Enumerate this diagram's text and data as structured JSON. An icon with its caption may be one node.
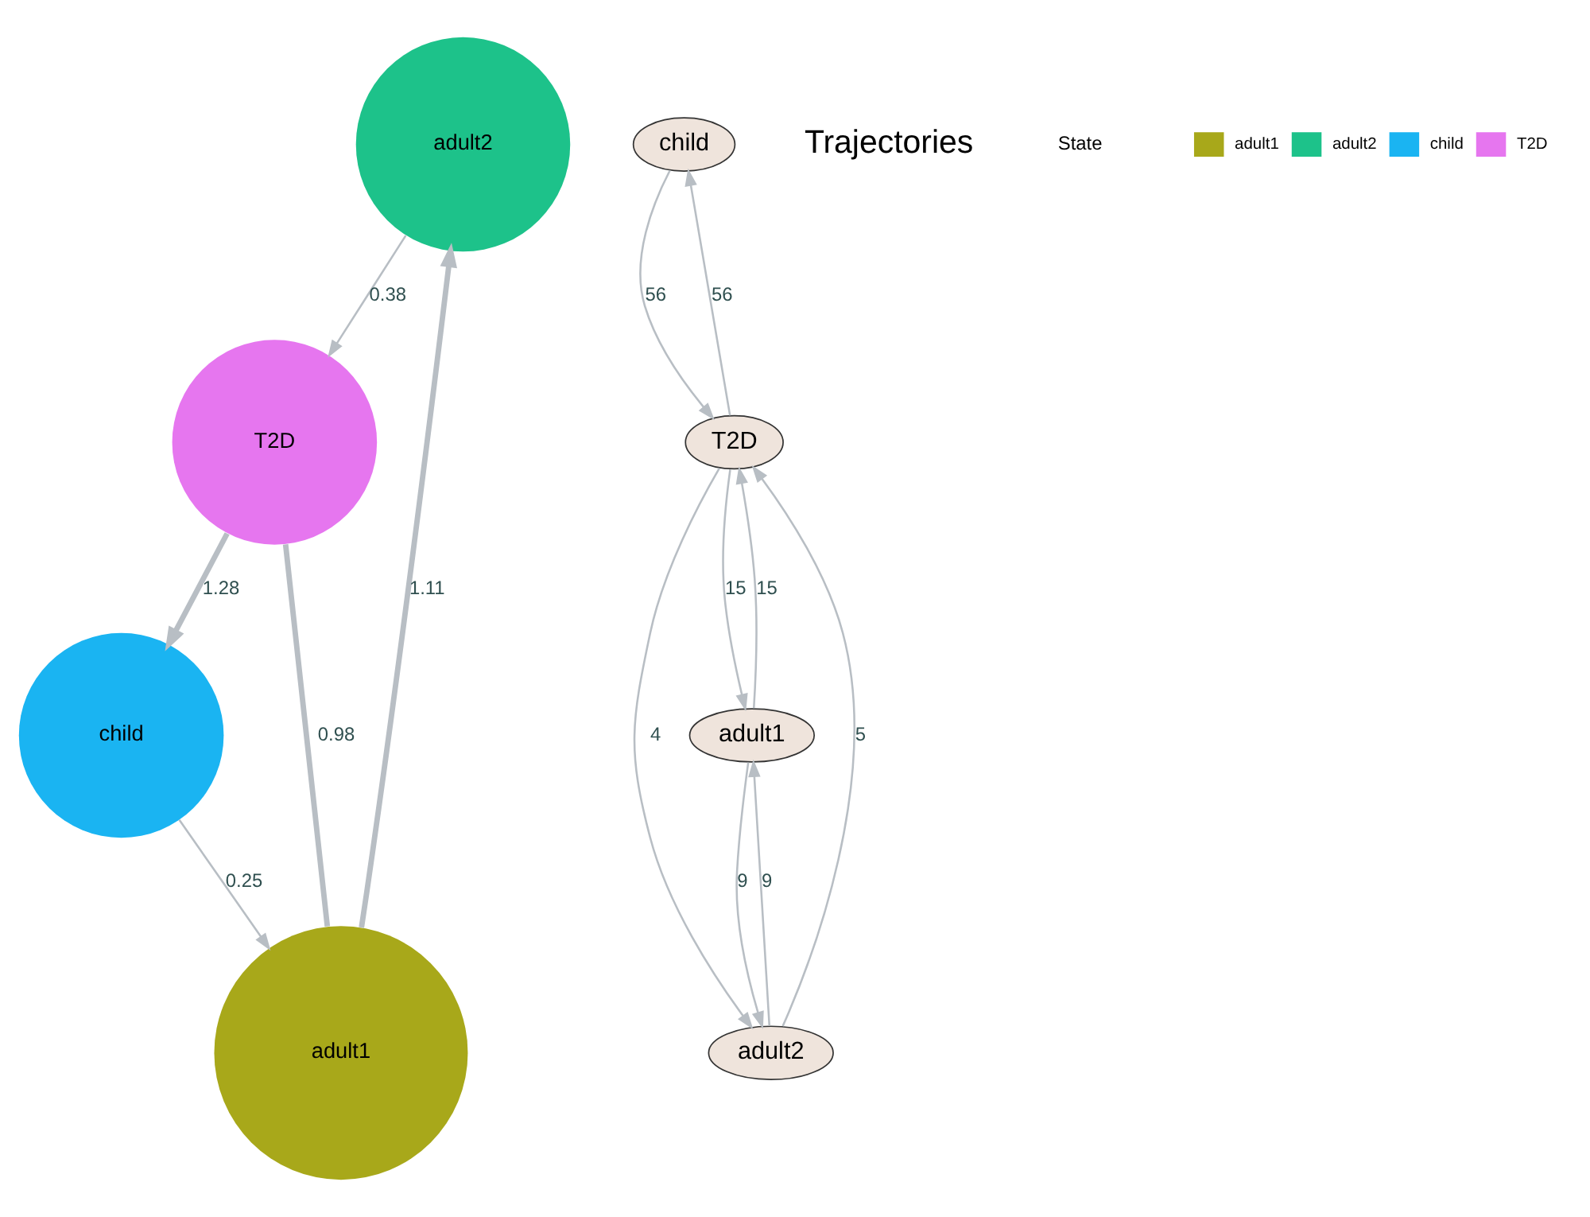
{
  "diagram": {
    "nodes": [
      {
        "text": [
          "adult2"
        ]
      },
      {
        "text": [
          "child"
        ]
      },
      {
        "text": [
          "adult1"
        ]
      },
      {
        "text": [
          "T2D"
        ]
      },
      {
        "text": [
          "child"
        ]
      },
      {
        "text": [
          "T2D"
        ]
      },
      {
        "text": [
          "adult2"
        ]
      },
      {
        "text": [
          "adult1"
        ]
      }
    ],
    "edges": [
      {
        "from": 2,
        "to": 0,
        "arrow": "to",
        "label": "1.11",
        "style": "thick"
      },
      {
        "from": 1,
        "to": 2,
        "arrow": "to",
        "label": "0.25"
      },
      {
        "from": 0,
        "to": 3,
        "arrow": "to",
        "label": "0.38"
      },
      {
        "from": 3,
        "to": 1,
        "arrow": "to",
        "label": "1.28",
        "style": "thick"
      },
      {
        "from": 3,
        "to": 2,
        "arrow": "none",
        "label": "0.98",
        "style": "thick"
      },
      {
        "from": 4,
        "to": 5,
        "arrow": "to",
        "label": "56"
      },
      {
        "from": 5,
        "to": 4,
        "arrow": "to",
        "label": "56"
      },
      {
        "from": 5,
        "to": 6,
        "arrow": "to",
        "label": "4"
      },
      {
        "from": 6,
        "to": 5,
        "arrow": "to",
        "label": "5"
      },
      {
        "from": 5,
        "to": 7,
        "arrow": "to",
        "label": "15"
      },
      {
        "from": 7,
        "to": 5,
        "arrow": "to",
        "label": "15"
      },
      {
        "from": 6,
        "to": 7,
        "arrow": "to",
        "label": "9"
      },
      {
        "from": 7,
        "to": 6,
        "arrow": "to",
        "label": "9"
      }
    ],
    "labels": [
      "Trajectories",
      "State"
    ],
    "legend": [
      {
        "text": "adult1",
        "color": "#a8a81a"
      },
      {
        "text": "adult2",
        "color": "#1dc28a"
      },
      {
        "text": "child",
        "color": "#1ab4f2"
      },
      {
        "text": "T2D",
        "color": "#e676ef"
      }
    ]
  }
}
